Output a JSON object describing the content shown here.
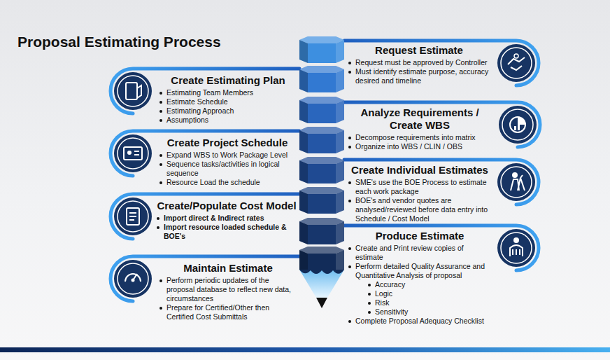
{
  "diagram": {
    "title": "Proposal Estimating Process",
    "nodes": [
      {
        "text": [
          "Request Estimate",
          "Request must be approved by Controller",
          "Must identify estimate purpose, accuracy desired and timeline"
        ]
      },
      {
        "text": [
          "Create Estimating Plan",
          "Estimating Team Members",
          "Estimate Schedule",
          "Estimating Approach",
          "Assumptions"
        ]
      },
      {
        "text": [
          "Analyze Requirements / Create WBS",
          "Decompose requirements into matrix",
          "Organize into WBS / CLIN / OBS"
        ]
      },
      {
        "text": [
          "Create Project Schedule",
          "Expand WBS to Work Package Level",
          "Sequence tasks/activities in logical sequence",
          "Resource Load the schedule"
        ]
      },
      {
        "text": [
          "Create Individual Estimates",
          "SME's use the BOE Process to estimate each work package",
          "BOE's and vendor quotes are analysed/reviewed before data entry into Schedule / Cost Model"
        ]
      },
      {
        "text": [
          "Create/Populate Cost Model",
          "Import direct & Indirect rates",
          "Import resource loaded schedule & BOE's"
        ]
      },
      {
        "text": [
          "Produce Estimate",
          "Create and Print review copies of estimate",
          "Perform detailed Quality Assurance and Quantitative Analysis of proposal",
          "Accuracy",
          "Logic",
          "Risk",
          "Sensitivity",
          "Complete Proposal Adequacy Checklist"
        ]
      },
      {
        "text": [
          "Maintain Estimate",
          "Perform periodic updates of the proposal database to reflect new data, circumstances",
          "Prepare for Certified/Other then Certified Cost Submittals"
        ]
      }
    ]
  }
}
